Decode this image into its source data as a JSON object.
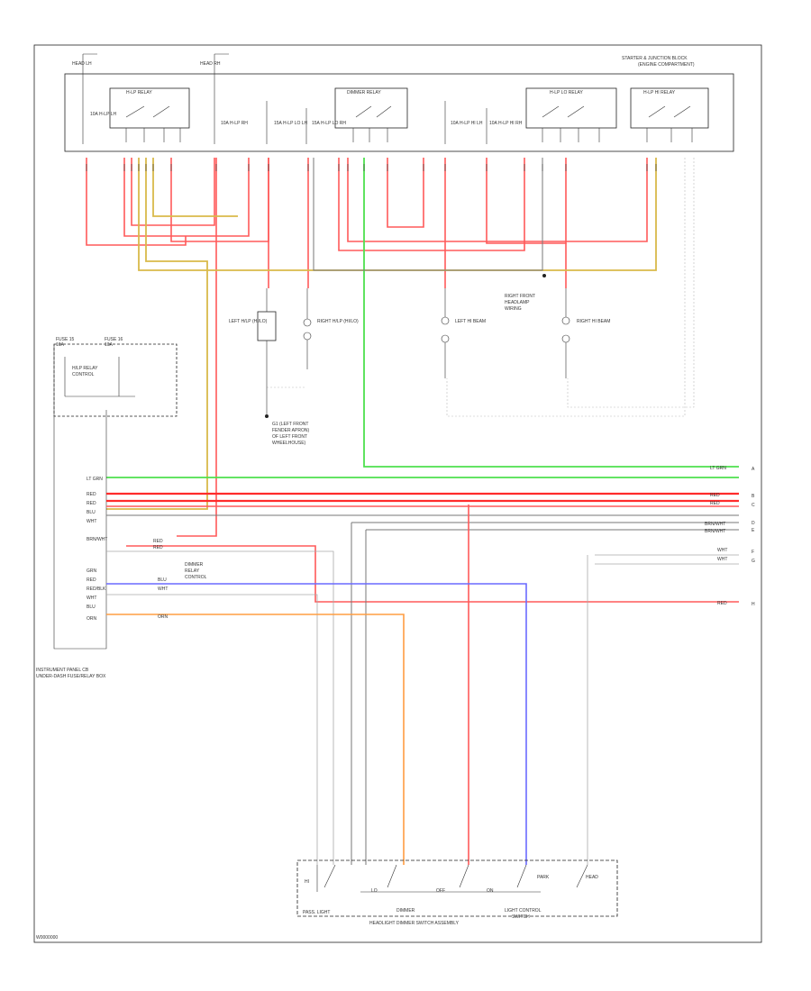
{
  "diagram": {
    "footer_code": "W0000000",
    "fuse_box": {
      "title_line1": "STARTER & JUNCTION BLOCK",
      "title_line2": "(ENGINE COMPARTMENT)",
      "fuse_labels": [
        "10A H-LP LH",
        "10A H-LP RH",
        "15A H-LP LO LH",
        "15A H-LP LO RH",
        "10A H-LP HI LH",
        "10A H-LP HI RH"
      ],
      "relay_labels": [
        "H-LP RELAY",
        "DIMMER RELAY",
        "H-LP LO RELAY",
        "H-LP HI RELAY"
      ],
      "top_fuse_labels": [
        "HEAD LH",
        "HEAD RH"
      ]
    },
    "components": {
      "left_headlamp": "LEFT H/LP (HI/LO)",
      "right_headlamp": "RIGHT H/LP (HI/LO)",
      "left_hi": "LEFT HI BEAM",
      "right_hi": "RIGHT HI BEAM",
      "ground_note": [
        "G1 (LEFT FRONT",
        "FENDER APRON)",
        "OF LEFT FRONT",
        "WHEELHOUSE)"
      ],
      "right_note": [
        "RIGHT FRONT",
        "HEADLAMP",
        "WIRING"
      ],
      "ipcs_box_labels": [
        "FUSE 15",
        "10A",
        "FUSE 16",
        "10A"
      ],
      "ipcs_title": [
        "INSTRUMENT PANEL CB",
        "UNDER-DASH FUSE/RELAY BOX"
      ],
      "ipcs_sub": [
        "H/LP RELAY",
        "CONTROL"
      ],
      "left_pin_labels": [
        "LT GRN",
        "RED",
        "RED",
        "BLU",
        "WHT",
        "BRN/WHT",
        "GRN",
        "RED",
        "RED/BLK",
        "WHT",
        "BLU",
        "ORN"
      ],
      "left_wire_tags": [
        "LT GRN",
        "RED",
        "RED",
        "BLU",
        "RED",
        "RED",
        "BLU",
        "WHT",
        "ORN"
      ],
      "note_block": [
        "DIMMER",
        "RELAY",
        "CONTROL"
      ],
      "switch_assembly": "HEADLIGHT DIMMER SWITCH ASSEMBLY",
      "switch_labels": [
        "PASS",
        "DIMMER",
        "LIGHT CONTROL",
        "SWITCH"
      ],
      "switch_positions": [
        "HI",
        "LO",
        "OFF",
        "ON",
        "PARK",
        "HEAD"
      ],
      "bottom_left": "PASS. LIGHT",
      "right_tags": [
        "LT GRN",
        "RED",
        "RED",
        "BRN/WHT",
        "BRN/WHT",
        "WHT",
        "WHT",
        "RED"
      ],
      "right_letters": [
        "A",
        "B",
        "C",
        "D",
        "E",
        "F",
        "G",
        "H"
      ]
    }
  }
}
